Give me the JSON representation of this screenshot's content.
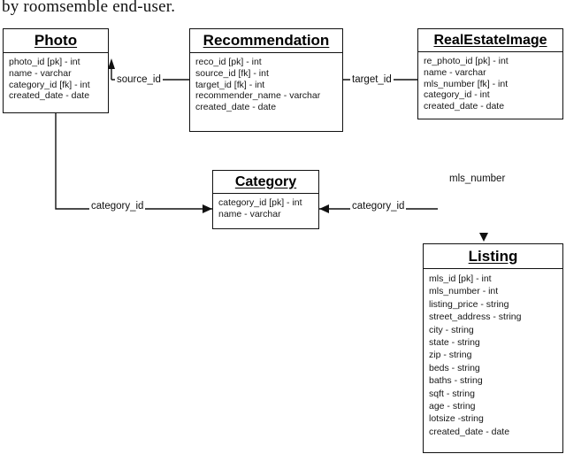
{
  "caption": "by roomsemble end-user.",
  "diagram": {
    "type": "entity-relationship",
    "entities": [
      {
        "id": "photo",
        "name": "Photo",
        "fields": [
          "photo_id [pk] - int",
          "name - varchar",
          "category_id [fk] - int",
          "created_date - date"
        ]
      },
      {
        "id": "recommendation",
        "name": "Recommendation",
        "fields": [
          "reco_id [pk] - int",
          "source_id [fk] - int",
          "target_id [fk] - int",
          "recommender_name - varchar",
          "created_date - date"
        ]
      },
      {
        "id": "realestateimage",
        "name": "RealEstateImage",
        "fields": [
          "re_photo_id [pk] - int",
          "name - varchar",
          "mls_number [fk] - int",
          "category_id - int",
          "created_date - date"
        ]
      },
      {
        "id": "category",
        "name": "Category",
        "fields": [
          "category_id [pk] - int",
          "name - varchar"
        ]
      },
      {
        "id": "listing",
        "name": "Listing",
        "fields": [
          "mls_id [pk] - int",
          "mls_number - int",
          "listing_price - string",
          "street_address - string",
          "city - string",
          "state - string",
          "zip - string",
          "beds - string",
          "baths - string",
          "sqft - string",
          "age - string",
          "lotsize -string",
          "created_date - date"
        ]
      }
    ],
    "relationships": [
      {
        "id": "source-id",
        "label": "source_id",
        "from": "recommendation",
        "to": "photo"
      },
      {
        "id": "target-id",
        "label": "target_id",
        "from": "recommendation",
        "to": "realestateimage"
      },
      {
        "id": "category-id-left",
        "label": "category_id",
        "from": "photo",
        "to": "category"
      },
      {
        "id": "category-id-right",
        "label": "category_id",
        "from": "realestateimage",
        "to": "category"
      },
      {
        "id": "mls-number",
        "label": "mls_number",
        "from": "realestateimage",
        "to": "listing"
      }
    ]
  }
}
